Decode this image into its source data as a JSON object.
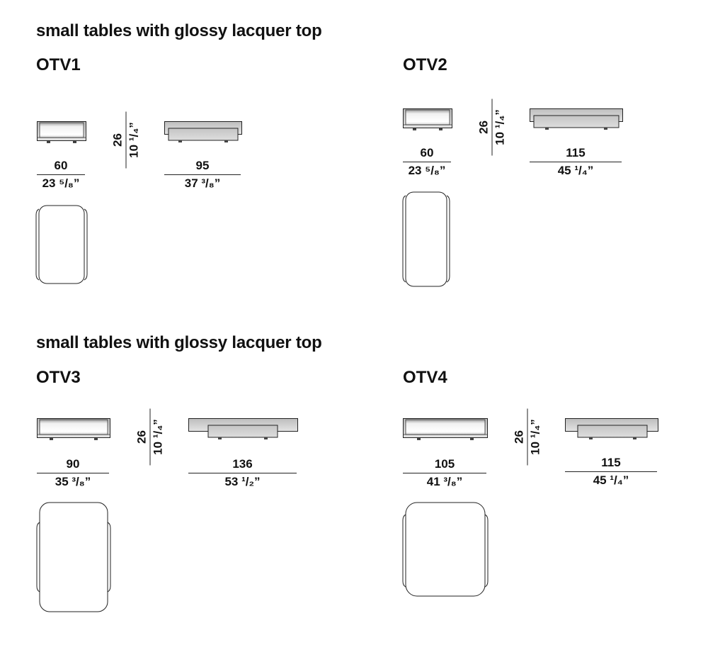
{
  "sections": [
    {
      "title": "small tables with glossy lacquer top",
      "left_model": "OTV1",
      "right_model": "OTV2"
    },
    {
      "title": "small tables with glossy lacquer top",
      "left_model": "OTV3",
      "right_model": "OTV4"
    }
  ],
  "otv1": {
    "front_width_cm": "60",
    "front_width_in": "23 ⁵/₈”",
    "height_cm": "26",
    "height_in": "10 ¹/₄”",
    "side_width_cm": "95",
    "side_width_in": "37 ³/₈”"
  },
  "otv2": {
    "front_width_cm": "60",
    "front_width_in": "23 ⁵/₈”",
    "height_cm": "26",
    "height_in": "10 ¹/₄”",
    "side_width_cm": "115",
    "side_width_in": "45 ¹/₄”"
  },
  "otv3": {
    "front_width_cm": "90",
    "front_width_in": "35 ³/₈”",
    "height_cm": "26",
    "height_in": "10 ¹/₄”",
    "side_width_cm": "136",
    "side_width_in": "53 ¹/₂”"
  },
  "otv4": {
    "front_width_cm": "105",
    "front_width_in": "41 ³/₈”",
    "height_cm": "26",
    "height_in": "10 ¹/₄”",
    "side_width_cm": "115",
    "side_width_in": "45 ¹/₄”"
  },
  "colors": {
    "line": "#222222",
    "lacquer_top": "#c8c8c8",
    "lacquer_highlight": "#f4f4f4"
  }
}
